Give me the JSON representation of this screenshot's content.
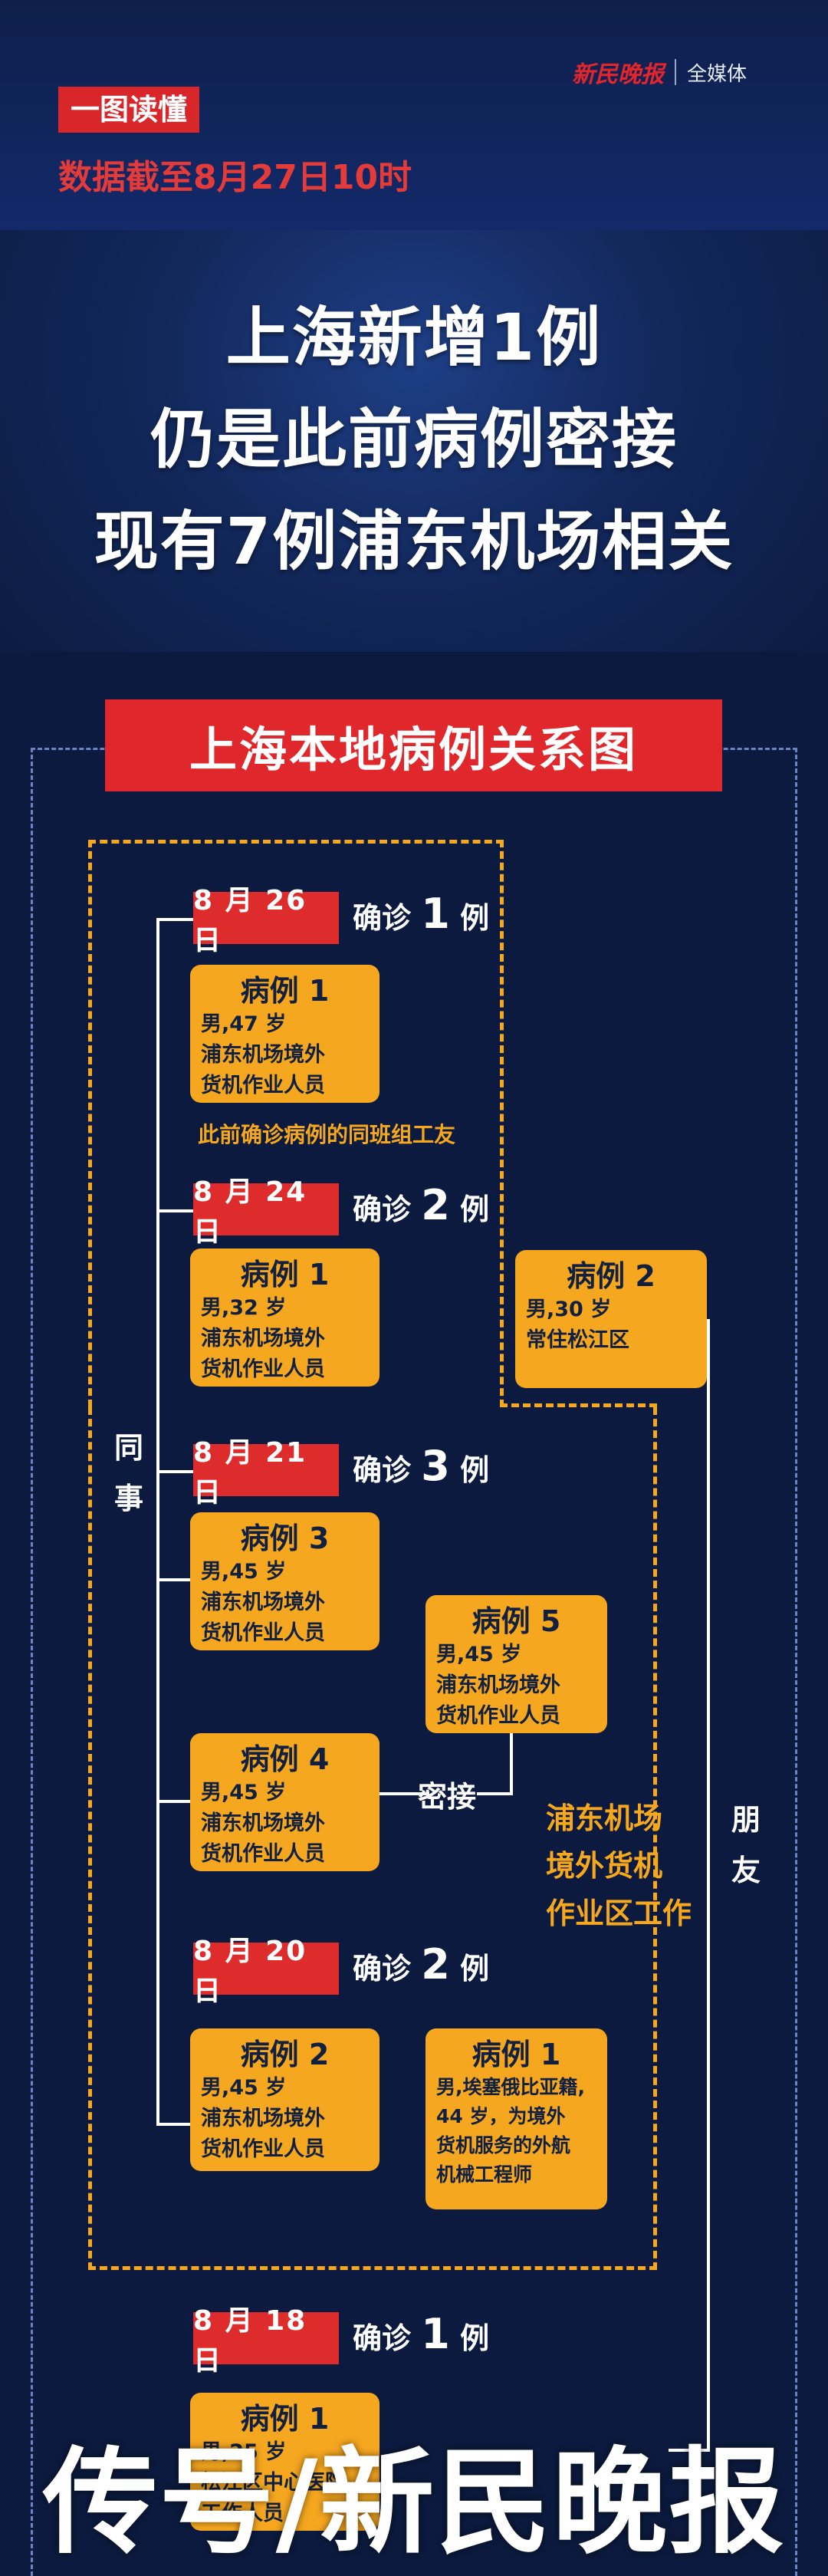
{
  "brand": {
    "logo_text": "新民晚报",
    "media_label": "全媒体"
  },
  "tag": "一图读懂",
  "data_cutoff": "数据截至8月27日10时",
  "headline_lines": [
    "上海新增1例",
    "仍是此前病例密接",
    "现有7例浦东机场相关"
  ],
  "section_title": "上海本地病例关系图",
  "colors": {
    "background": "#0b1a3e",
    "accent_red": "#de2b2b",
    "case_orange": "#f6a720",
    "dash_gold": "#f5a81e"
  },
  "confirm_prefix": "确诊",
  "confirm_suffix": "例",
  "groups": [
    {
      "date": "8 月 26 日",
      "count": "1"
    },
    {
      "date": "8 月 24 日",
      "count": "2"
    },
    {
      "date": "8 月 21 日",
      "count": "3"
    },
    {
      "date": "8 月 20 日",
      "count": "2"
    },
    {
      "date": "8 月 18 日",
      "count": "1"
    }
  ],
  "cases": [
    {
      "name": "病例 1",
      "details": "男,47 岁\n浦东机场境外\n货机作业人员"
    },
    {
      "name": "病例 1",
      "details": "男,32 岁\n浦东机场境外\n货机作业人员"
    },
    {
      "name": "病例 2",
      "details": "男,30 岁\n常住松江区"
    },
    {
      "name": "病例 3",
      "details": "男,45 岁\n浦东机场境外\n货机作业人员"
    },
    {
      "name": "病例 5",
      "details": "男,45 岁\n浦东机场境外\n货机作业人员"
    },
    {
      "name": "病例 4",
      "details": "男,45 岁\n浦东机场境外\n货机作业人员"
    },
    {
      "name": "病例 2",
      "details": "男,45 岁\n浦东机场境外\n货机作业人员"
    },
    {
      "name": "病例 1",
      "details": "男,埃塞俄比亚籍,\n44 岁，为境外\n货机服务的外航\n机械工程师"
    },
    {
      "name": "病例 1",
      "details": "男,25 岁\n松江区中心医院\n工作人员"
    }
  ],
  "caption_coworker": "此前确诊病例的同班组工友",
  "relation_colleague": "同事",
  "relation_friend": "朋友",
  "relation_contact": "密接",
  "work_area_lines": [
    "浦东机场",
    "境外货机",
    "作业区工作"
  ],
  "watermark": "传号/新民晚报"
}
